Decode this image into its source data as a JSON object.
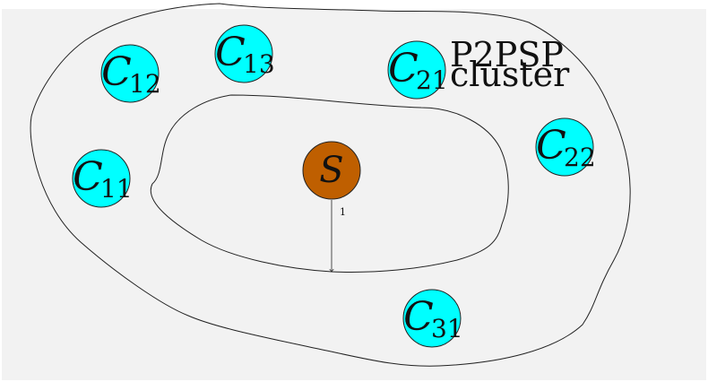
{
  "diagram": {
    "cluster_label_line1": "P2PSP",
    "cluster_label_line2": "cluster",
    "colors": {
      "background": "#f2f2f2",
      "peer_fill": "#00ffff",
      "source_fill": "#bf5f00",
      "stroke": "#222222"
    },
    "source": {
      "letter": "S"
    },
    "peers": [
      {
        "id": "c12",
        "letter": "C",
        "sub": "12"
      },
      {
        "id": "c13",
        "letter": "C",
        "sub": "13"
      },
      {
        "id": "c21",
        "letter": "C",
        "sub": "21"
      },
      {
        "id": "c11",
        "letter": "C",
        "sub": "11"
      },
      {
        "id": "c22",
        "letter": "C",
        "sub": "22"
      },
      {
        "id": "c31",
        "letter": "C",
        "sub": "31"
      }
    ],
    "edge_label": "1"
  }
}
